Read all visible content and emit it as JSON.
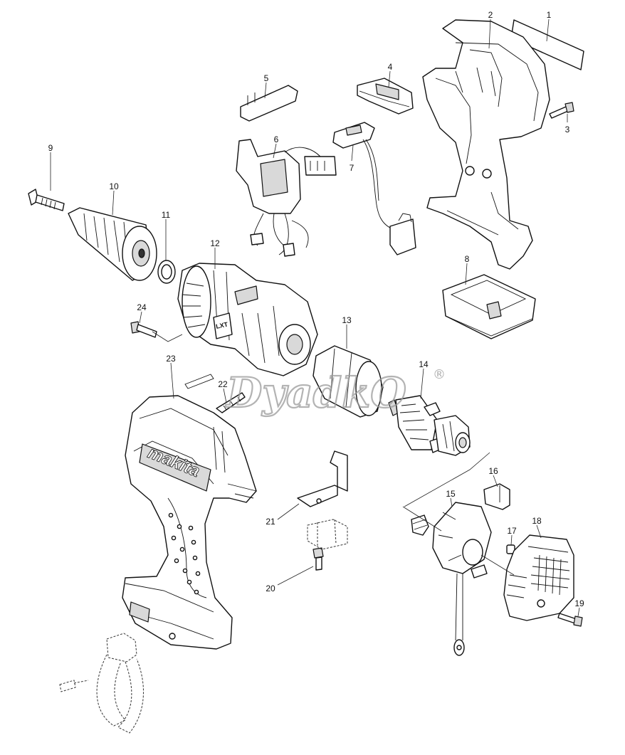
{
  "diagram": {
    "part_numbers": [
      "1",
      "2",
      "3",
      "4",
      "5",
      "6",
      "7",
      "8",
      "9",
      "10",
      "11",
      "12",
      "13",
      "14",
      "15",
      "16",
      "17",
      "18",
      "19",
      "20",
      "21",
      "22",
      "23",
      "24"
    ],
    "watermark": "DyadkO",
    "watermark_mark": "®",
    "brand_logo_text": "makita",
    "gear_housing_mark": "LXT"
  }
}
